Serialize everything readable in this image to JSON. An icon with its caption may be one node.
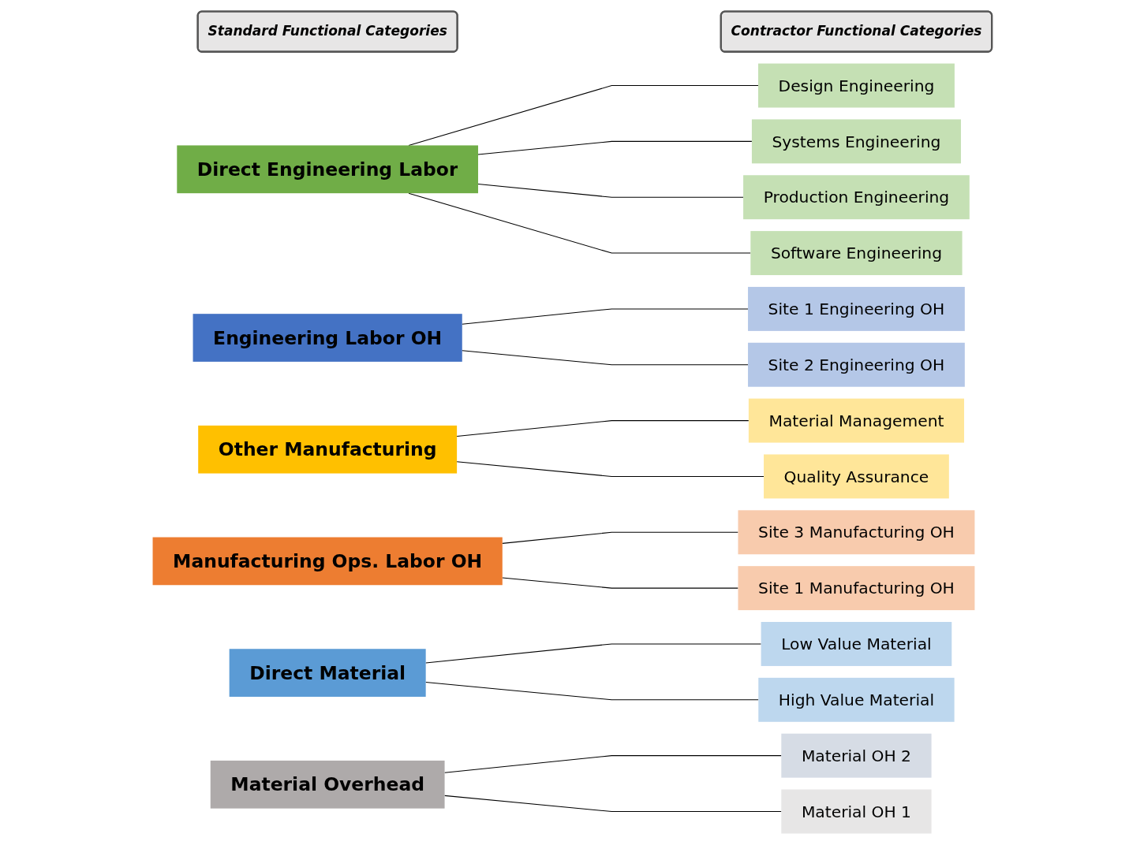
{
  "diagram": {
    "nodes": [
      {
        "text": [
          "Standard Functional Categories"
        ]
      },
      {
        "text": [
          "Direct Engineering Labor"
        ]
      },
      {
        "text": [
          "Engineering Labor OH"
        ]
      },
      {
        "text": [
          "Other Manufacturing"
        ]
      },
      {
        "text": [
          "Manufacturing Ops. Labor OH"
        ]
      },
      {
        "text": [
          "Direct Material"
        ]
      },
      {
        "text": [
          "Material Overhead"
        ]
      },
      {
        "text": [
          "Contractor Functional Categories"
        ]
      },
      {
        "text": [
          "Design Engineering"
        ]
      },
      {
        "text": [
          "Systems Engineering"
        ]
      },
      {
        "text": [
          "Production Engineering"
        ]
      },
      {
        "text": [
          "Software Engineering"
        ]
      },
      {
        "text": [
          "Site 1 Engineering OH"
        ]
      },
      {
        "text": [
          "Site 2 Engineering OH"
        ]
      },
      {
        "text": [
          "Material Management"
        ]
      },
      {
        "text": [
          "Quality Assurance"
        ]
      },
      {
        "text": [
          "Site 3 Manufacturing OH"
        ]
      },
      {
        "text": [
          "Site 1 Manufacturing OH"
        ]
      },
      {
        "text": [
          "Low Value Material"
        ]
      },
      {
        "text": [
          "High Value Material"
        ]
      },
      {
        "text": [
          "Material OH 2"
        ]
      },
      {
        "text": [
          "Material OH 1"
        ]
      }
    ],
    "edges": [
      {
        "from": 1,
        "to": 8,
        "arrow": "none"
      },
      {
        "from": 1,
        "to": 9,
        "arrow": "none"
      },
      {
        "from": 1,
        "to": 10,
        "arrow": "none"
      },
      {
        "from": 1,
        "to": 11,
        "arrow": "none"
      },
      {
        "from": 2,
        "to": 12,
        "arrow": "none"
      },
      {
        "from": 2,
        "to": 13,
        "arrow": "none"
      },
      {
        "from": 3,
        "to": 14,
        "arrow": "none"
      },
      {
        "from": 3,
        "to": 15,
        "arrow": "none"
      },
      {
        "from": 4,
        "to": 16,
        "arrow": "none"
      },
      {
        "from": 4,
        "to": 17,
        "arrow": "none"
      },
      {
        "from": 5,
        "to": 18,
        "arrow": "none"
      },
      {
        "from": 5,
        "to": 19,
        "arrow": "none"
      },
      {
        "from": 6,
        "to": 20,
        "arrow": "none"
      },
      {
        "from": 6,
        "to": 21,
        "arrow": "none"
      }
    ]
  }
}
